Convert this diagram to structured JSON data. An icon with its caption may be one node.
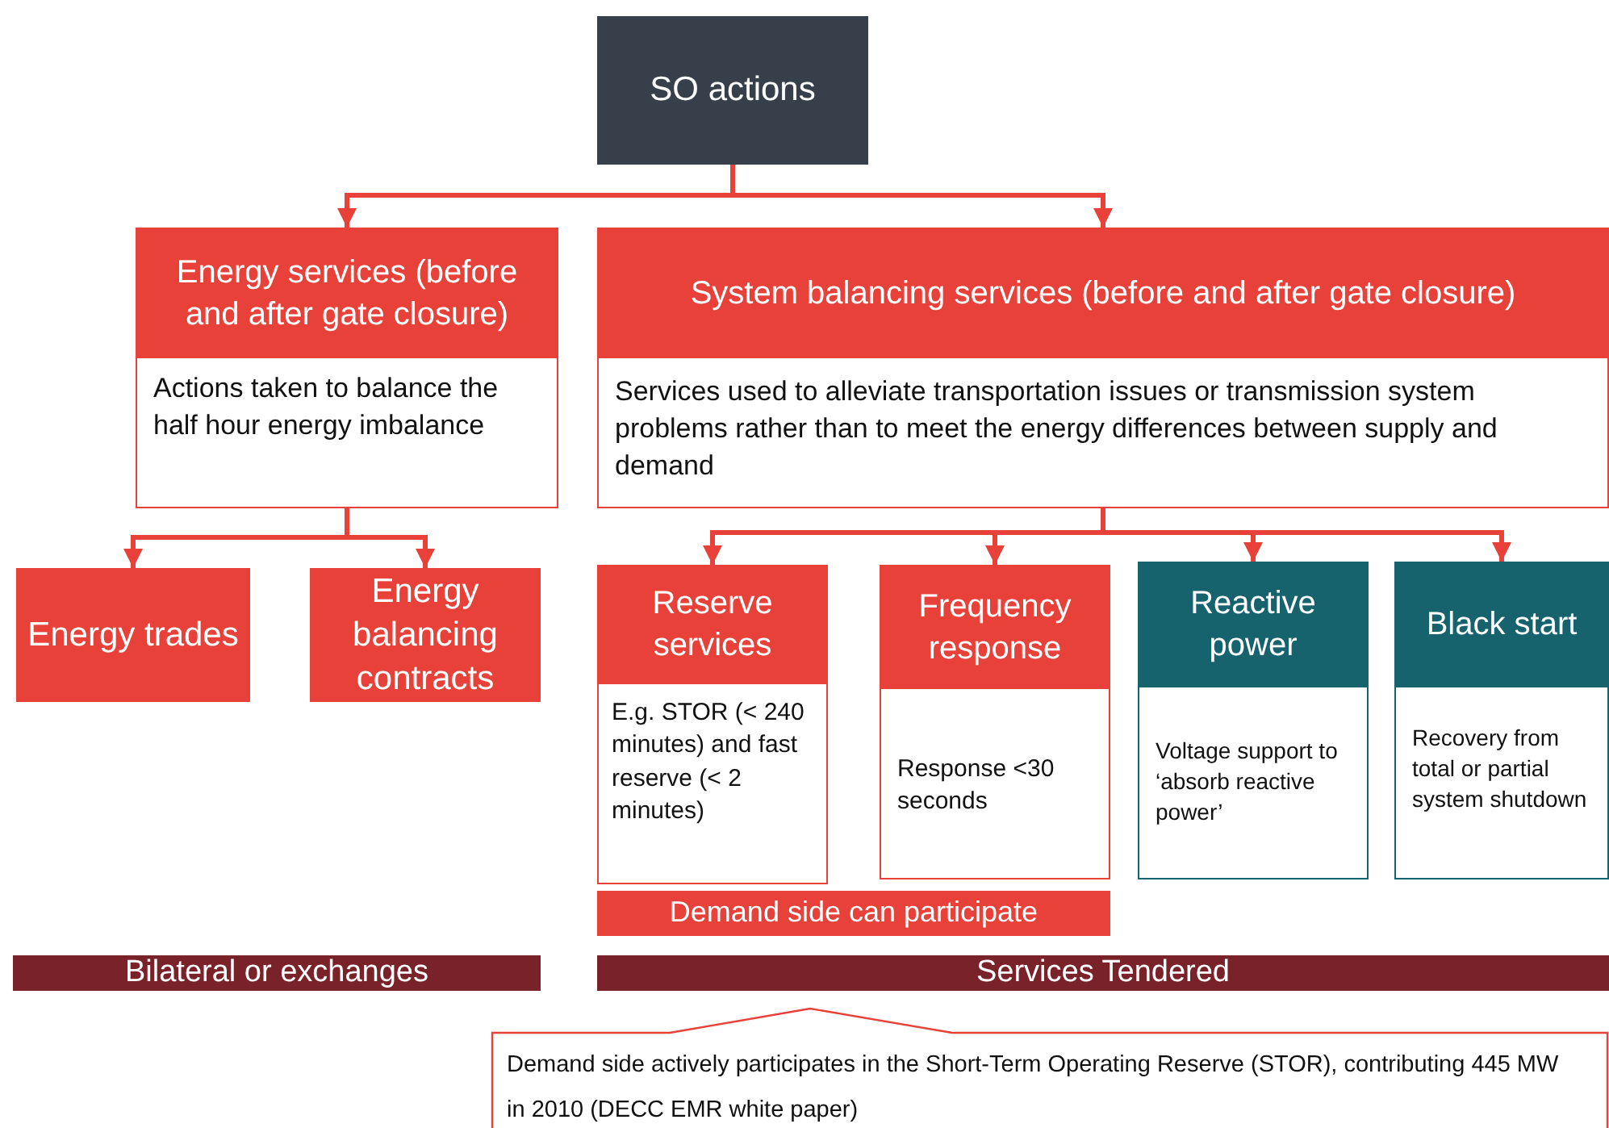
{
  "diagram": {
    "nodes": [
      {
        "text": [
          "SO actions"
        ]
      },
      {
        "text": [
          "Energy services (before and after gate closure)",
          "Actions taken to balance the half hour energy imbalance"
        ]
      },
      {
        "text": [
          "System balancing services (before and after gate closure)",
          "Services used to alleviate transportation issues or transmission system problems rather than to meet the energy differences between supply and demand"
        ]
      },
      {
        "text": [
          "Energy trades"
        ]
      },
      {
        "text": [
          "Energy balancing contracts"
        ]
      },
      {
        "text": [
          "Reserve services",
          "E.g. STOR (< 240 minutes) and fast reserve (< 2 minutes)"
        ]
      },
      {
        "text": [
          "Frequency response",
          "Response <30 seconds"
        ]
      },
      {
        "text": [
          "Reactive power",
          "Voltage support to ‘absorb reactive power’"
        ]
      },
      {
        "text": [
          "Black start",
          "Recovery from total or partial system shutdown"
        ]
      },
      {
        "text": [
          "Demand side can participate"
        ]
      },
      {
        "text": [
          "Bilateral or exchanges"
        ]
      },
      {
        "text": [
          "Services Tendered"
        ]
      },
      {
        "text": [
          "Demand side actively participates in the Short-Term Operating Reserve (STOR), contributing 445 MW in 2010 (DECC EMR white paper)"
        ]
      }
    ],
    "edges": [
      {
        "from": 0,
        "to": 1,
        "arrow": "to"
      },
      {
        "from": 0,
        "to": 2,
        "arrow": "to"
      },
      {
        "from": 1,
        "to": 3,
        "arrow": "to"
      },
      {
        "from": 1,
        "to": 4,
        "arrow": "to"
      },
      {
        "from": 2,
        "to": 5,
        "arrow": "to"
      },
      {
        "from": 2,
        "to": 6,
        "arrow": "to"
      },
      {
        "from": 2,
        "to": 7,
        "arrow": "to"
      },
      {
        "from": 2,
        "to": 8,
        "arrow": "to"
      }
    ]
  }
}
